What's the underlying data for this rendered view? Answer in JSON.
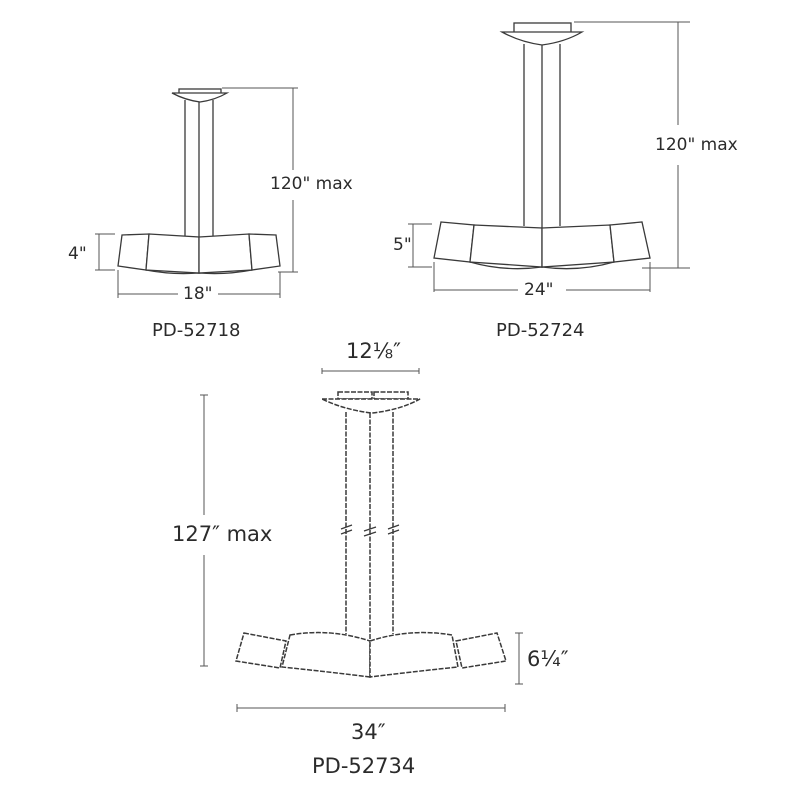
{
  "fixtures": [
    {
      "model": "PD-52718",
      "height_max": "120\" max",
      "shade_height": "4\"",
      "width": "18\""
    },
    {
      "model": "PD-52724",
      "height_max": "120\" max",
      "shade_height": "5\"",
      "width": "24\""
    },
    {
      "model": "PD-52734",
      "canopy_width": "12⅛″",
      "height_max": "127″ max",
      "shade_height": "6¼″",
      "width": "34″"
    }
  ],
  "colors": {
    "line": "#3a3a3a",
    "dimension": "#555555",
    "background": "#ffffff"
  }
}
